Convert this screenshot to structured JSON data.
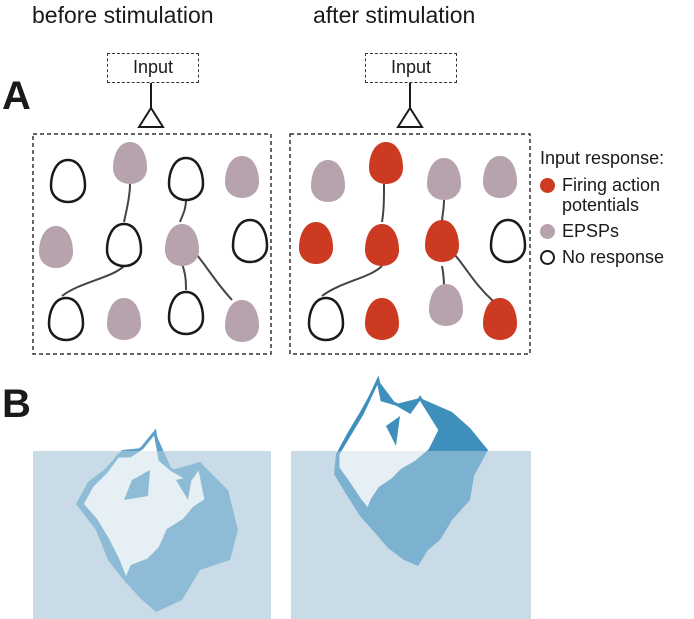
{
  "headers": {
    "before": "before stimulation",
    "after": "after stimulation"
  },
  "panels": {
    "a": "A",
    "b": "B"
  },
  "input_label": "Input",
  "legend": {
    "title": "Input response:",
    "items": [
      {
        "label": "Firing action potentials",
        "kind": "firing"
      },
      {
        "label": "EPSPs",
        "kind": "epsp"
      },
      {
        "label": "No response",
        "kind": "none"
      }
    ]
  },
  "colors": {
    "firing": "#cc3a22",
    "epsp": "#b6a3ad",
    "none": "#ffffff",
    "iceberg": "#5fa1c9",
    "water": "#c8dbe6"
  },
  "networks": {
    "before": [
      "none",
      "epsp",
      "none",
      "epsp",
      "epsp",
      "none",
      "epsp",
      "none",
      "none",
      "epsp",
      "none",
      "epsp"
    ],
    "after": [
      "epsp",
      "firing",
      "epsp",
      "epsp",
      "firing",
      "firing",
      "firing",
      "none",
      "none",
      "firing",
      "epsp",
      "firing"
    ]
  }
}
